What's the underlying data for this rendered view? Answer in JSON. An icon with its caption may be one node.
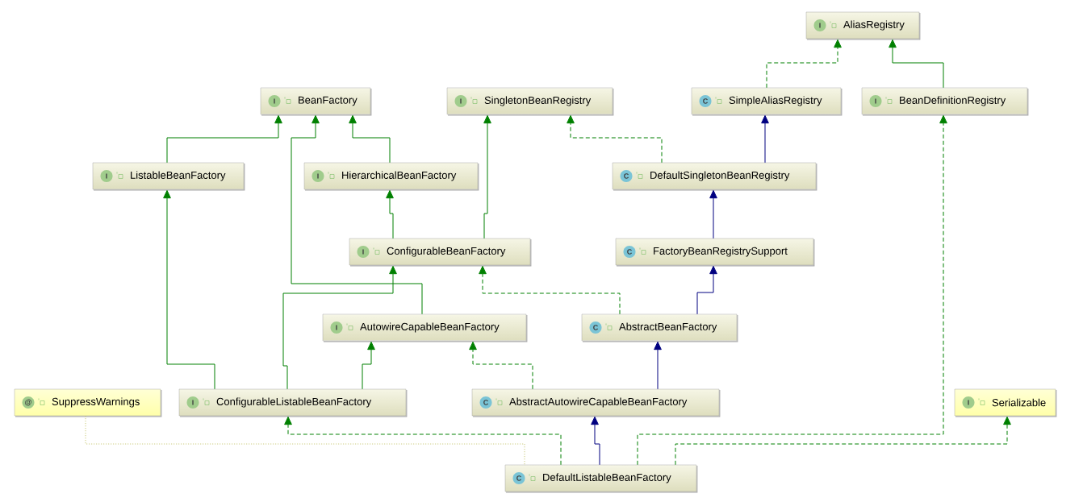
{
  "diagram": {
    "nodes": [
      {
        "text": [
          "I",
          "AliasRegistry"
        ]
      },
      {
        "text": [
          "I",
          "BeanFactory"
        ]
      },
      {
        "text": [
          "I",
          "SingletonBeanRegistry"
        ]
      },
      {
        "text": [
          "C",
          "SimpleAliasRegistry"
        ]
      },
      {
        "text": [
          "I",
          "BeanDefinitionRegistry"
        ]
      },
      {
        "text": [
          "I",
          "ListableBeanFactory"
        ]
      },
      {
        "text": [
          "I",
          "HierarchicalBeanFactory"
        ]
      },
      {
        "text": [
          "C",
          "DefaultSingletonBeanRegistry"
        ]
      },
      {
        "text": [
          "I",
          "ConfigurableBeanFactory"
        ]
      },
      {
        "text": [
          "C",
          "FactoryBeanRegistrySupport"
        ]
      },
      {
        "text": [
          "I",
          "AutowireCapableBeanFactory"
        ]
      },
      {
        "text": [
          "C",
          "AbstractBeanFactory"
        ]
      },
      {
        "text": [
          "@",
          "SuppressWarnings"
        ]
      },
      {
        "text": [
          "I",
          "ConfigurableListableBeanFactory"
        ]
      },
      {
        "text": [
          "C",
          "AbstractAutowireCapableBeanFactory"
        ]
      },
      {
        "text": [
          "I",
          "Serializable"
        ]
      },
      {
        "text": [
          "C",
          "DefaultListableBeanFactory"
        ]
      }
    ],
    "edges": [
      {
        "from": 5,
        "to": 1,
        "arrow": "to"
      },
      {
        "from": 10,
        "to": 1,
        "arrow": "to"
      },
      {
        "from": 6,
        "to": 1,
        "arrow": "to"
      },
      {
        "from": 8,
        "to": 6,
        "arrow": "to"
      },
      {
        "from": 8,
        "to": 2,
        "arrow": "to"
      },
      {
        "from": 7,
        "to": 2,
        "arrow": "to",
        "style": "dashed"
      },
      {
        "from": 7,
        "to": 3,
        "arrow": "to",
        "color": "#000080"
      },
      {
        "from": 3,
        "to": 0,
        "arrow": "to",
        "style": "dashed"
      },
      {
        "from": 4,
        "to": 0,
        "arrow": "to"
      },
      {
        "from": 9,
        "to": 7,
        "arrow": "to",
        "color": "#000080"
      },
      {
        "from": 11,
        "to": 9,
        "arrow": "to",
        "color": "#000080"
      },
      {
        "from": 11,
        "to": 8,
        "arrow": "to",
        "style": "dashed"
      },
      {
        "from": 13,
        "to": 5,
        "arrow": "to"
      },
      {
        "from": 13,
        "to": 8,
        "arrow": "to"
      },
      {
        "from": 13,
        "to": 10,
        "arrow": "to"
      },
      {
        "from": 14,
        "to": 10,
        "arrow": "to",
        "style": "dashed"
      },
      {
        "from": 14,
        "to": 11,
        "arrow": "to",
        "color": "#000080"
      },
      {
        "from": 16,
        "to": 13,
        "arrow": "to",
        "style": "dashed"
      },
      {
        "from": 16,
        "to": 14,
        "arrow": "to",
        "color": "#000080"
      },
      {
        "from": 16,
        "to": 4,
        "arrow": "to",
        "style": "dashed"
      },
      {
        "from": 16,
        "to": 15,
        "arrow": "to",
        "style": "dashed"
      },
      {
        "from": 12,
        "to": 16,
        "arrow": "none",
        "style": "dashed",
        "color": "#c0c060"
      }
    ]
  }
}
